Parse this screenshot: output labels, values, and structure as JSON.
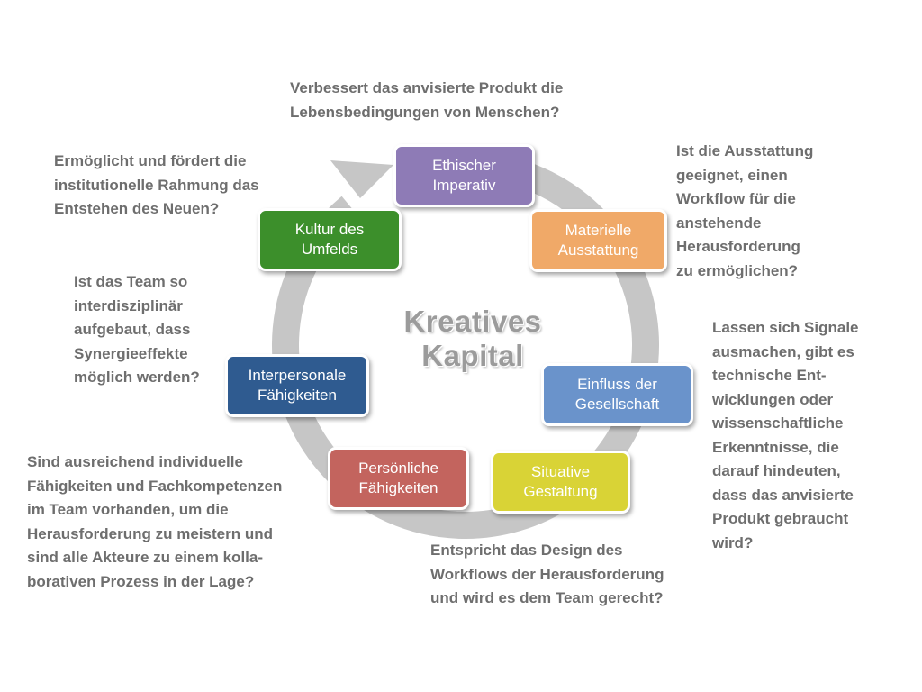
{
  "center_label": "Kreatives\nKapital",
  "colors": {
    "ring": "#c6c6c6",
    "ethisch": "#8e7bb6",
    "materiell": "#f0a968",
    "einfluss": "#6a93cb",
    "situativ": "#d9d336",
    "persoenlich": "#c3645e",
    "interpersonal": "#2f5b90",
    "kultur": "#3c8f2b",
    "question_text": "#6e6e6e"
  },
  "nodes": {
    "ethisch": "Ethischer\nImperativ",
    "materiell": "Materielle\nAusstattung",
    "einfluss": "Einfluss der\nGesellschaft",
    "situativ": "Situative\nGestaltung",
    "persoenlich": "Persönliche\nFähigkeiten",
    "interpersonal": "Interpersonale\nFähigkeiten",
    "kultur": "Kultur des\nUmfelds"
  },
  "questions": {
    "ethisch": "Verbessert das anvisierte Produkt die\nLebensbedingungen von Menschen?",
    "materiell": "Ist die Ausstattung\ngeeignet, einen\nWorkflow für die\nanstehende\nHerausforderung\nzu ermöglichen?",
    "einfluss": "Lassen sich Signale\nausmachen, gibt es\ntechnische Ent-\nwicklungen oder\nwissenschaftliche\nErkenntnisse, die\ndarauf hindeuten,\ndass das anvisierte\nProdukt gebraucht\nwird?",
    "situativ": "Entspricht das Design des\nWorkflows der Herausforderung\nund wird es dem Team gerecht?",
    "persoenlich": "Sind ausreichend individuelle\nFähigkeiten und Fachkompetenzen\nim Team vorhanden, um die\nHerausforderung zu meistern und\nsind alle Akteure zu einem kolla-\nborativen Prozess in der Lage?",
    "interpersonal": "Ist das Team so\ninterdisziplinär\naufgebaut, dass\nSynergieeffekte\nmöglich werden?",
    "kultur": "Ermöglicht und fördert die\ninstitutionelle Rahmung das\nEntstehen des Neuen?"
  }
}
